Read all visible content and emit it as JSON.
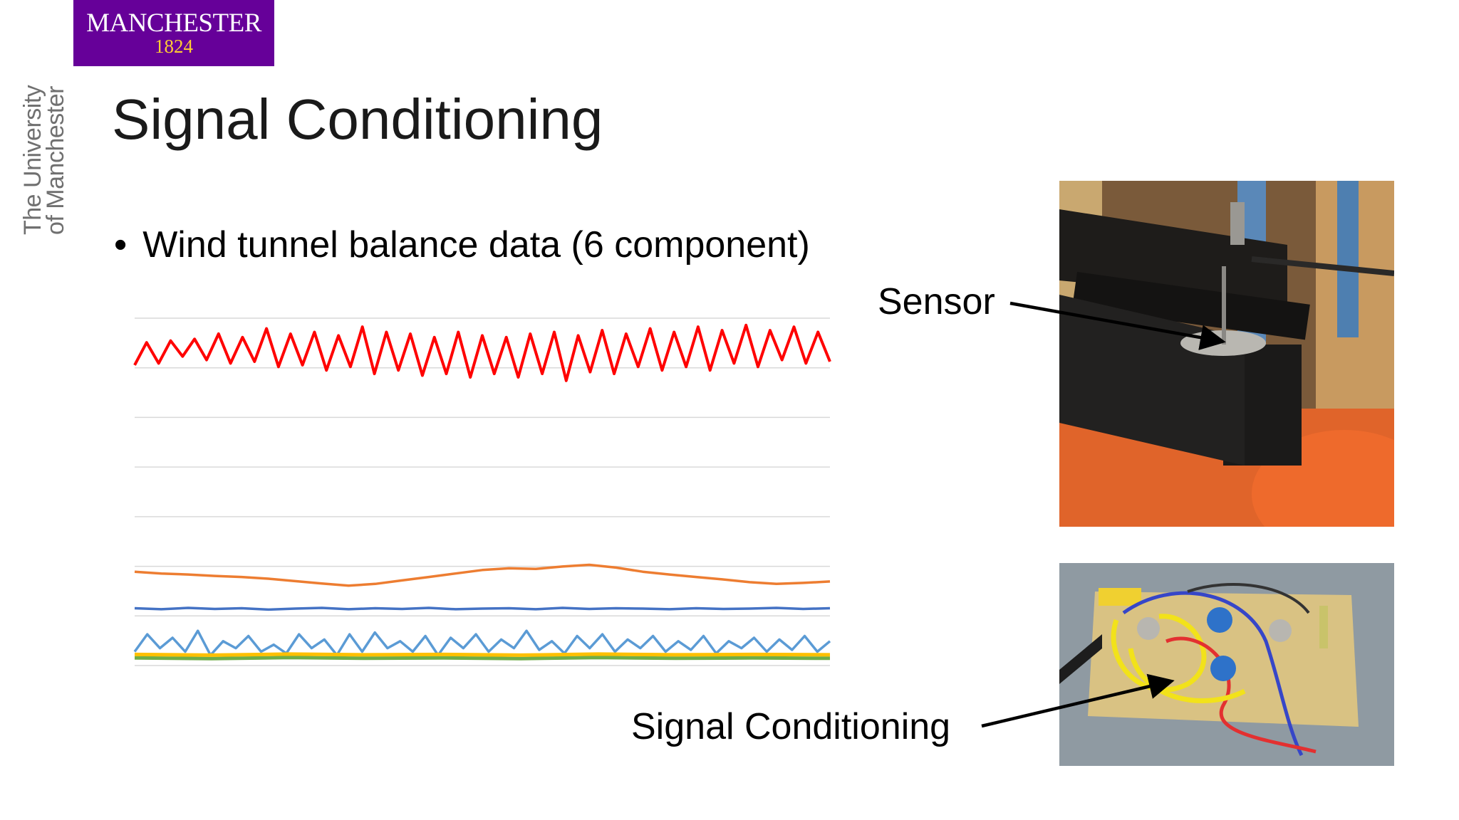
{
  "logo": {
    "text": "MANCHESTER",
    "year": "1824"
  },
  "sidebar": {
    "line1": "The University",
    "line2": "of Manchester"
  },
  "slide": {
    "title": "Signal Conditioning",
    "bullet_mark": "•",
    "bullet_text": "Wind tunnel balance data (6 component)"
  },
  "callouts": {
    "sensor": "Sensor",
    "signal": "Signal Conditioning"
  },
  "photos": {
    "sensor": "sensor-photo",
    "board": "circuit-board-photo"
  },
  "chart_data": {
    "type": "line",
    "title": "",
    "grid": true,
    "series": [
      {
        "color": "#ff0000",
        "values": [
          0.865,
          0.93,
          0.87,
          0.935,
          0.89,
          0.94,
          0.88,
          0.955,
          0.87,
          0.945,
          0.875,
          0.97,
          0.86,
          0.955,
          0.865,
          0.96,
          0.85,
          0.95,
          0.86,
          0.975,
          0.84,
          0.96,
          0.85,
          0.955,
          0.835,
          0.945,
          0.84,
          0.96,
          0.83,
          0.95,
          0.84,
          0.945,
          0.83,
          0.955,
          0.84,
          0.96,
          0.82,
          0.95,
          0.845,
          0.965,
          0.84,
          0.955,
          0.86,
          0.97,
          0.85,
          0.96,
          0.86,
          0.975,
          0.85,
          0.965,
          0.87,
          0.98,
          0.86,
          0.965,
          0.88,
          0.975,
          0.87,
          0.96,
          0.875
        ]
      },
      {
        "color": "#ed7d31",
        "values": [
          0.27,
          0.265,
          0.262,
          0.258,
          0.255,
          0.25,
          0.243,
          0.236,
          0.23,
          0.235,
          0.245,
          0.255,
          0.265,
          0.275,
          0.28,
          0.278,
          0.285,
          0.29,
          0.282,
          0.27,
          0.262,
          0.255,
          0.248,
          0.24,
          0.235,
          0.238,
          0.242
        ]
      },
      {
        "color": "#4472c4",
        "values": [
          0.165,
          0.162,
          0.166,
          0.163,
          0.165,
          0.161,
          0.164,
          0.166,
          0.162,
          0.165,
          0.163,
          0.166,
          0.162,
          0.164,
          0.165,
          0.162,
          0.166,
          0.163,
          0.165,
          0.164,
          0.162,
          0.165,
          0.163,
          0.164,
          0.166,
          0.163,
          0.165
        ]
      },
      {
        "color": "#5b9bd5",
        "values": [
          0.04,
          0.09,
          0.05,
          0.08,
          0.04,
          0.1,
          0.03,
          0.07,
          0.05,
          0.085,
          0.04,
          0.06,
          0.035,
          0.09,
          0.05,
          0.075,
          0.03,
          0.09,
          0.04,
          0.095,
          0.05,
          0.07,
          0.04,
          0.085,
          0.03,
          0.08,
          0.05,
          0.09,
          0.04,
          0.075,
          0.05,
          0.1,
          0.045,
          0.07,
          0.035,
          0.085,
          0.05,
          0.09,
          0.04,
          0.075,
          0.05,
          0.085,
          0.04,
          0.07,
          0.045,
          0.085,
          0.035,
          0.07,
          0.05,
          0.08,
          0.04,
          0.075,
          0.045,
          0.085,
          0.04,
          0.07
        ]
      },
      {
        "color": "#70ad47",
        "values": [
          0.022,
          0.02,
          0.023,
          0.021,
          0.022,
          0.02,
          0.023,
          0.021,
          0.022,
          0.021
        ]
      },
      {
        "color": "#ffc000",
        "values": [
          0.032,
          0.03,
          0.033,
          0.031,
          0.032,
          0.03,
          0.033,
          0.031,
          0.032,
          0.031
        ]
      }
    ]
  }
}
